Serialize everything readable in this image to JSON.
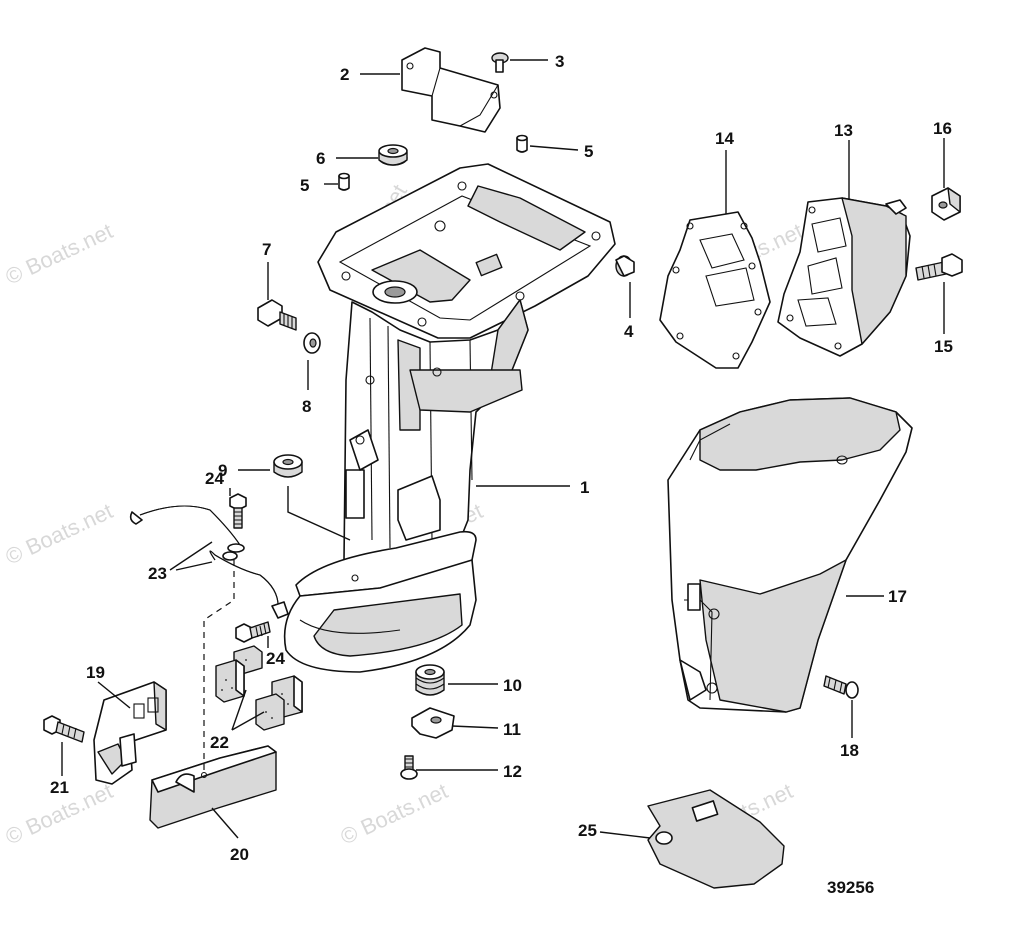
{
  "diagram": {
    "figure_number": "39256",
    "watermark": "© Boats.net",
    "labels": {
      "p1": "1",
      "p2": "2",
      "p3": "3",
      "p4": "4",
      "p5a": "5",
      "p5b": "5",
      "p6": "6",
      "p7": "7",
      "p8": "8",
      "p9": "9",
      "p10": "10",
      "p11": "11",
      "p12": "12",
      "p13": "13",
      "p14": "14",
      "p15": "15",
      "p16": "16",
      "p17": "17",
      "p18": "18",
      "p19": "19",
      "p20": "20",
      "p21": "21",
      "p22": "22",
      "p23": "23",
      "p24a": "24",
      "p24b": "24",
      "p25": "25"
    }
  }
}
